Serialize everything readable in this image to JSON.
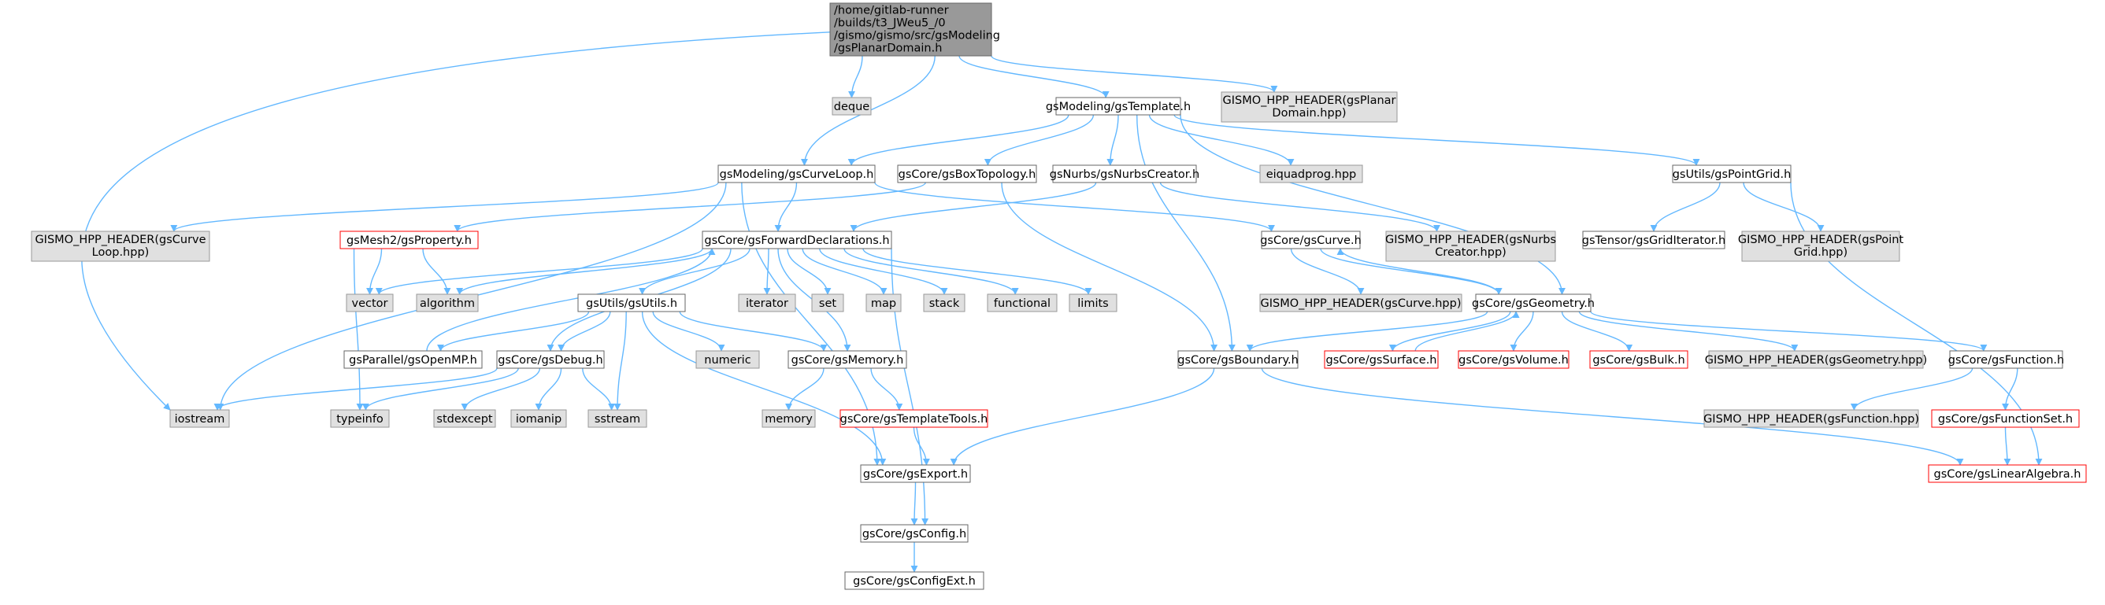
{
  "colors": {
    "edge": "#63b8ff",
    "root_fill": "#999999",
    "root_stroke": "#666666",
    "doc_fill": "#ffffff",
    "doc_stroke": "#666666",
    "missing_fill": "#e0e0e0",
    "missing_stroke": "#999999",
    "truncated_stroke": "#ff0000"
  },
  "nodes": {
    "root": [
      "/home/gitlab-runner",
      "/builds/t3_JWeu5_/0",
      "/gismo/gismo/src/gsModeling",
      "/gsPlanarDomain.h"
    ],
    "deque": [
      "deque"
    ],
    "template": [
      "gsModeling/gsTemplate.h"
    ],
    "gismo_planar": [
      "GISMO_HPP_HEADER(gsPlanar",
      "Domain.hpp)"
    ],
    "curveloop": [
      "gsModeling/gsCurveLoop.h"
    ],
    "boxtopology": [
      "gsCore/gsBoxTopology.h"
    ],
    "nurbscreator": [
      "gsNurbs/gsNurbsCreator.h"
    ],
    "eiquadprog": [
      "eiquadprog.hpp"
    ],
    "pointgrid": [
      "gsUtils/gsPointGrid.h"
    ],
    "gismo_curveloop": [
      "GISMO_HPP_HEADER(gsCurve",
      "Loop.hpp)"
    ],
    "property": [
      "gsMesh2/gsProperty.h"
    ],
    "forward": [
      "gsCore/gsForwardDeclarations.h"
    ],
    "curve": [
      "gsCore/gsCurve.h"
    ],
    "gismo_nurbs": [
      "GISMO_HPP_HEADER(gsNurbs",
      "Creator.hpp)"
    ],
    "griditerator": [
      "gsTensor/gsGridIterator.h"
    ],
    "gismo_pointgrid": [
      "GISMO_HPP_HEADER(gsPoint",
      "Grid.hpp)"
    ],
    "vector": [
      "vector"
    ],
    "algorithm": [
      "algorithm"
    ],
    "gsutils": [
      "gsUtils/gsUtils.h"
    ],
    "iterator": [
      "iterator"
    ],
    "set": [
      "set"
    ],
    "map": [
      "map"
    ],
    "stack": [
      "stack"
    ],
    "functional": [
      "functional"
    ],
    "limits": [
      "limits"
    ],
    "gismo_curve": [
      "GISMO_HPP_HEADER(gsCurve.hpp)"
    ],
    "geometry": [
      "gsCore/gsGeometry.h"
    ],
    "openmp": [
      "gsParallel/gsOpenMP.h"
    ],
    "debug": [
      "gsCore/gsDebug.h"
    ],
    "numeric": [
      "numeric"
    ],
    "memory_h": [
      "gsCore/gsMemory.h"
    ],
    "boundary": [
      "gsCore/gsBoundary.h"
    ],
    "surface": [
      "gsCore/gsSurface.h"
    ],
    "volume": [
      "gsCore/gsVolume.h"
    ],
    "bulk": [
      "gsCore/gsBulk.h"
    ],
    "gismo_geometry": [
      "GISMO_HPP_HEADER(gsGeometry.hpp)"
    ],
    "function": [
      "gsCore/gsFunction.h"
    ],
    "iostream": [
      "iostream"
    ],
    "typeinfo": [
      "typeinfo"
    ],
    "stdexcept": [
      "stdexcept"
    ],
    "iomanip": [
      "iomanip"
    ],
    "sstream": [
      "sstream"
    ],
    "memory": [
      "memory"
    ],
    "templatetools": [
      "gsCore/gsTemplateTools.h"
    ],
    "gismo_function": [
      "GISMO_HPP_HEADER(gsFunction.hpp)"
    ],
    "functionset": [
      "gsCore/gsFunctionSet.h"
    ],
    "export": [
      "gsCore/gsExport.h"
    ],
    "linalg": [
      "gsCore/gsLinearAlgebra.h"
    ],
    "config": [
      "gsCore/gsConfig.h"
    ],
    "configext": [
      "gsCore/gsConfigExt.h"
    ]
  }
}
